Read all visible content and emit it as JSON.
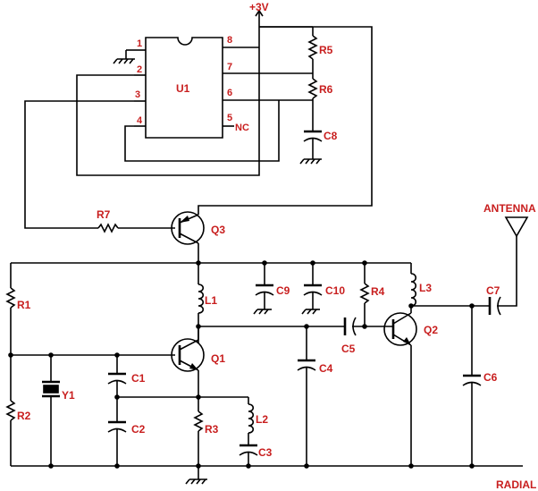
{
  "power": "+3V",
  "ic": {
    "name": "U1",
    "pins": [
      "1",
      "2",
      "3",
      "4",
      "5",
      "6",
      "7",
      "8"
    ],
    "nc": "NC"
  },
  "components": {
    "r1": "R1",
    "r2": "R2",
    "r3": "R3",
    "r4": "R4",
    "r5": "R5",
    "r6": "R6",
    "r7": "R7",
    "c1": "C1",
    "c2": "C2",
    "c3": "C3",
    "c4": "C4",
    "c5": "C5",
    "c6": "C6",
    "c7": "C7",
    "c8": "C8",
    "c9": "C9",
    "c10": "C10",
    "l1": "L1",
    "l2": "L2",
    "l3": "L3",
    "q1": "Q1",
    "q2": "Q2",
    "q3": "Q3",
    "y1": "Y1"
  },
  "antenna": "ANTENNA",
  "radial": "RADIAL",
  "colors": {
    "label": "#c81e1e",
    "line": "#000000"
  }
}
